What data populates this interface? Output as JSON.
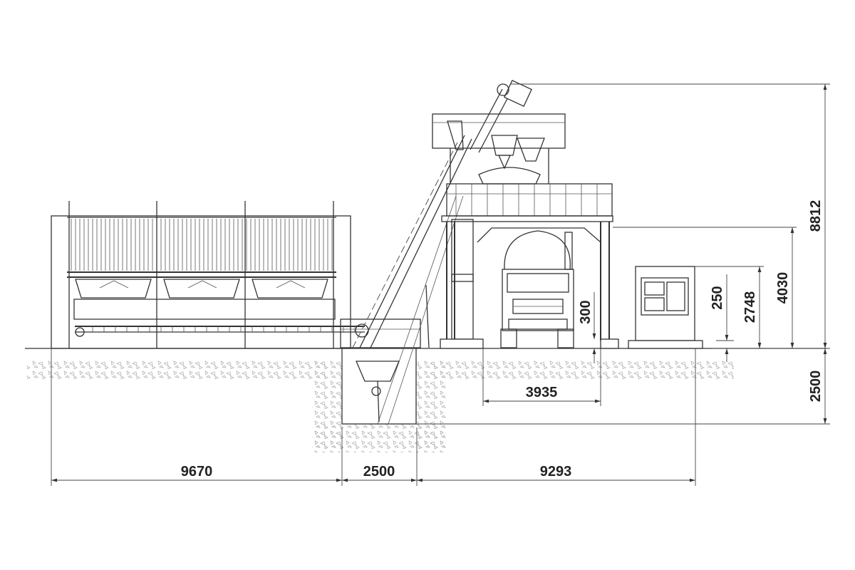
{
  "dimensions": {
    "bin_length": "9670",
    "pit_width": "2500",
    "plant_length": "9293",
    "truck_clearance": "3935",
    "total_height": "8812",
    "pit_depth": "2500",
    "deck_height": "4030",
    "office_height": "2748",
    "office_base": "250",
    "mixer_base": "300"
  }
}
